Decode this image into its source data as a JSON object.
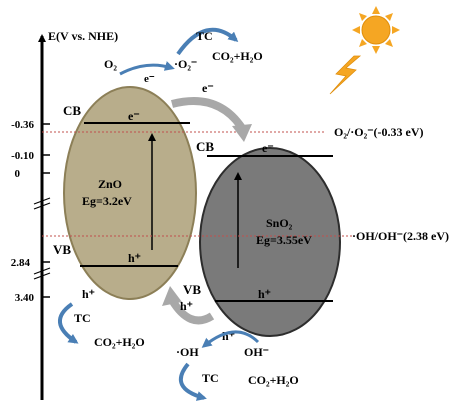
{
  "axis": {
    "title": "E(V vs. NHE)",
    "ticks": [
      "-0.36",
      "-0.10",
      "0",
      "2.84",
      "3.40"
    ]
  },
  "zno": {
    "name": "ZnO",
    "bandgap": "Eg=3.2eV",
    "cb_label": "CB",
    "vb_label": "VB",
    "electron": "e⁻",
    "hole": "h⁺",
    "fill_color": "#b8ad8b",
    "stroke_color": "#8c7f57"
  },
  "sno2": {
    "name": "SnO₂",
    "bandgap": "Eg=3.55eV",
    "cb_label": "CB",
    "vb_label": "VB",
    "electron": "e⁻",
    "hole": "h⁺",
    "fill_color": "#7a7a7a",
    "stroke_color": "#2d2d2d"
  },
  "reduction": {
    "reactant": "O₂",
    "electron": "e⁻",
    "product": "·O₂⁻",
    "tc_label": "TC",
    "products": "CO₂+H₂O",
    "transfer_electron": "e⁻"
  },
  "oxidation_left": {
    "hole": "h⁺",
    "tc_label": "TC",
    "products": "CO₂+H₂O"
  },
  "oxidation_right": {
    "hole": "h⁺",
    "transfer_hole": "h⁺",
    "radical": "·OH",
    "ion": "OH⁻",
    "tc_label": "TC",
    "products": "CO₂+H₂O"
  },
  "reference_lines": {
    "o2": "O₂/·O₂⁻(-0.33 eV)",
    "oh": "·OH/OH⁻(2.38 eV)",
    "color": "#c0504d"
  },
  "arrow_color": "#4a7fb5",
  "sun_color": "#f5a623"
}
